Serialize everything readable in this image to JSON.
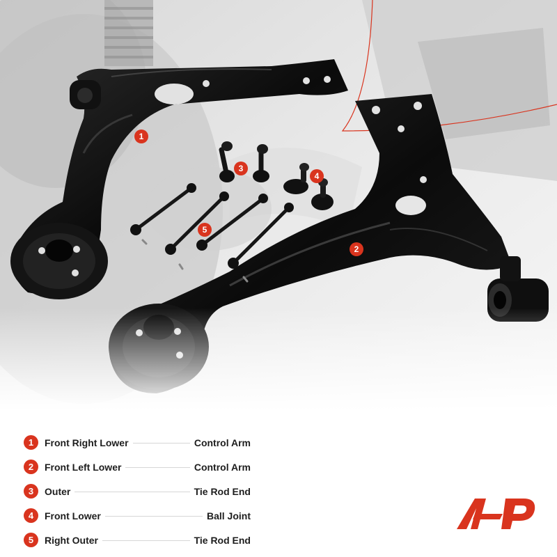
{
  "colors": {
    "accent": "#d9341e",
    "text": "#1e1e1e",
    "line": "#d6d6d6",
    "part": "#0d0d0d"
  },
  "callouts": [
    {
      "number": "1"
    },
    {
      "number": "2"
    },
    {
      "number": "3"
    },
    {
      "number": "4"
    },
    {
      "number": "5"
    }
  ],
  "legend": [
    {
      "number": "1",
      "left": "Front Right Lower",
      "right": "Control Arm"
    },
    {
      "number": "2",
      "left": "Front Left Lower",
      "right": "Control Arm"
    },
    {
      "number": "3",
      "left": "Outer",
      "right": "Tie Rod End"
    },
    {
      "number": "4",
      "left": "Front Lower",
      "right": "Ball Joint"
    },
    {
      "number": "5",
      "left": "Right Outer",
      "right": "Tie Rod End"
    }
  ],
  "logo": {
    "icon": "a-premium-logo-icon"
  }
}
